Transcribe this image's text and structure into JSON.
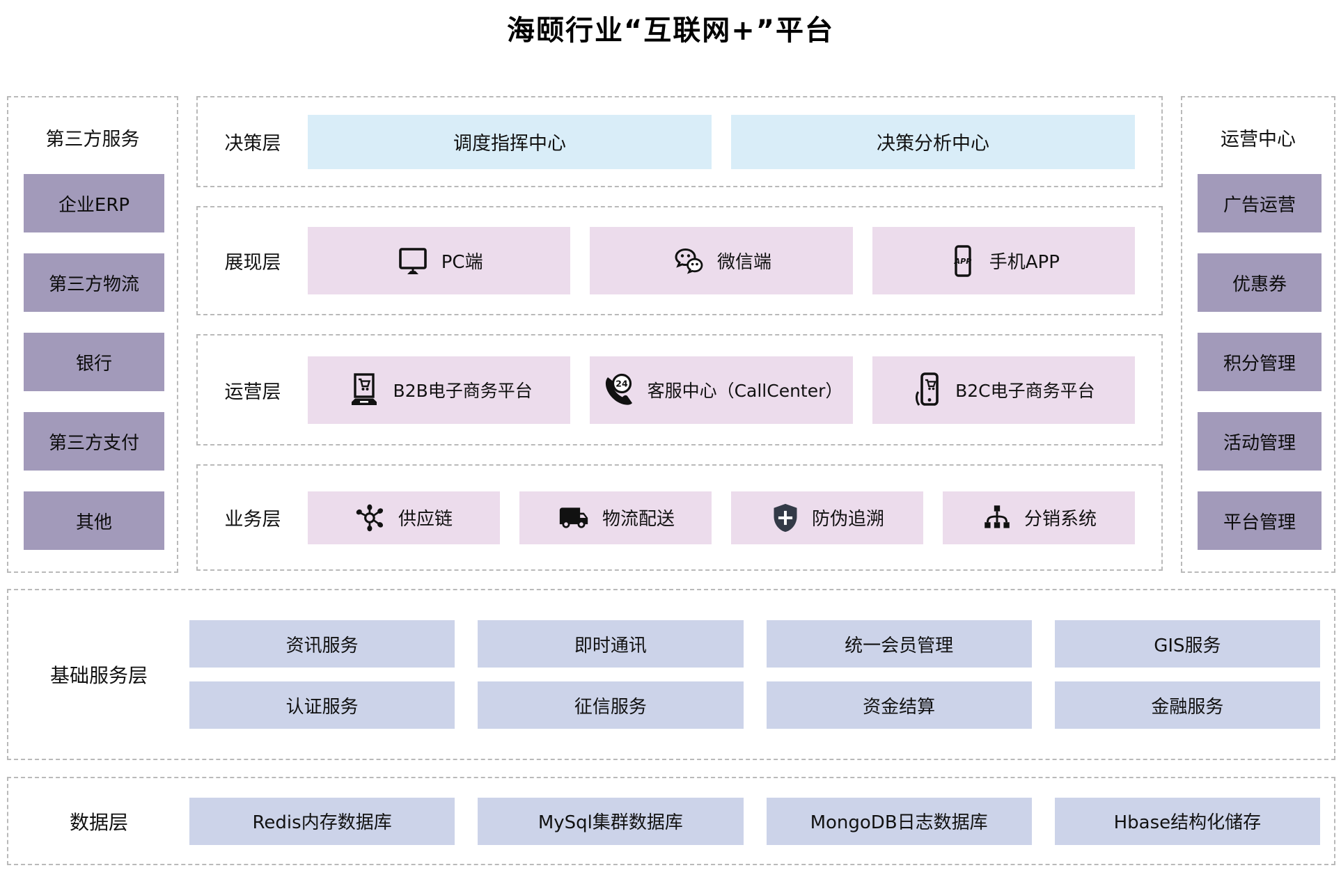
{
  "title": "海颐行业“互联网+”平台",
  "colors": {
    "side_box": "#a29aba",
    "decision_box": "#d9edf8",
    "pink_box": "#ecdcec",
    "service_box": "#ccd3e9",
    "dashed_border": "#b9b9b9",
    "shield_icon": "#333a47"
  },
  "left_panel": {
    "title": "第三方服务",
    "items": [
      {
        "label": "企业ERP"
      },
      {
        "label": "第三方物流"
      },
      {
        "label": "银行"
      },
      {
        "label": "第三方支付"
      },
      {
        "label": "其他"
      }
    ]
  },
  "right_panel": {
    "title": "运营中心",
    "items": [
      {
        "label": "广告运营"
      },
      {
        "label": "优惠券"
      },
      {
        "label": "积分管理"
      },
      {
        "label": "活动管理"
      },
      {
        "label": "平台管理"
      }
    ]
  },
  "layers": {
    "decision": {
      "label": "决策层",
      "items": [
        {
          "label": "调度指挥中心"
        },
        {
          "label": "决策分析中心"
        }
      ]
    },
    "presentation": {
      "label": "展现层",
      "items": [
        {
          "icon": "pc-monitor-icon",
          "label": "PC端"
        },
        {
          "icon": "wechat-icon",
          "label": "微信端"
        },
        {
          "icon": "mobile-app-icon",
          "label": "手机APP"
        }
      ]
    },
    "operation": {
      "label": "运营层",
      "items": [
        {
          "icon": "b2b-laptop-cart-icon",
          "label": "B2B电子商务平台"
        },
        {
          "icon": "callcenter-24-phone-icon",
          "label": "客服中心（CallCenter）"
        },
        {
          "icon": "b2c-phone-cart-icon",
          "label": "B2C电子商务平台"
        }
      ]
    },
    "business": {
      "label": "业务层",
      "items": [
        {
          "icon": "supply-chain-network-icon",
          "label": "供应链"
        },
        {
          "icon": "logistics-truck-icon",
          "label": "物流配送"
        },
        {
          "icon": "anti-counterfeit-shield-icon",
          "label": "防伪追溯"
        },
        {
          "icon": "distribution-sitemap-icon",
          "label": "分销系统"
        }
      ]
    }
  },
  "base_layer": {
    "label": "基础服务层",
    "rows": [
      [
        {
          "label": "资讯服务"
        },
        {
          "label": "即时通讯"
        },
        {
          "label": "统一会员管理"
        },
        {
          "label": "GIS服务"
        }
      ],
      [
        {
          "label": "认证服务"
        },
        {
          "label": "征信服务"
        },
        {
          "label": "资金结算"
        },
        {
          "label": "金融服务"
        }
      ]
    ]
  },
  "data_layer": {
    "label": "数据层",
    "items": [
      {
        "label": "Redis内存数据库"
      },
      {
        "label": "MySql集群数据库"
      },
      {
        "label": "MongoDB日志数据库"
      },
      {
        "label": "Hbase结构化储存"
      }
    ]
  }
}
